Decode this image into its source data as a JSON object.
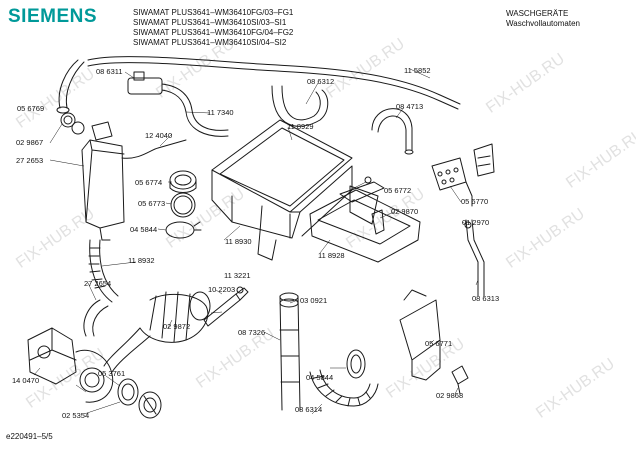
{
  "header": {
    "brand": "SIEMENS",
    "models": [
      "SIWAMAT PLUS3641–WM36410FG/03–FG1",
      "SIWAMAT PLUS3641–WM36410SI/03–SI1",
      "SIWAMAT PLUS3641–WM36410FG/04–FG2",
      "SIWAMAT PLUS3641–WM36410SI/04–SI2"
    ],
    "category": "WASCHGERÄTE",
    "subcategory": "Waschvollautomaten"
  },
  "footer": {
    "code": "e220491–5/5"
  },
  "watermark": {
    "text": "FIX-HUB.RU"
  },
  "parts": {
    "p115852": "11 5852",
    "p086311": "08 6311",
    "p117340": "11 7340",
    "p086312": "08 6312",
    "p056769": "05 6769",
    "p124040": "12 4040",
    "p118929": "11 8929",
    "p084713": "08 4713",
    "p029867": "02 9867",
    "p272653": "27 2653",
    "p056774": "05 6774",
    "p056772": "05 6772",
    "p056770": "05 6770",
    "p056773": "05 6773",
    "p029870": "02 9870",
    "p012970": "01 2970",
    "p045844a": "04 5844",
    "p118930": "11 8930",
    "p118932": "11 8932",
    "p118928": "11 8928",
    "p113221": "11 3221",
    "p272654": "27 2654",
    "p102203": "10 2203",
    "p030921": "03 0921",
    "p086313": "08 6313",
    "p029872": "02 9872",
    "p087326": "08 7326",
    "p056771": "05 6771",
    "p140470": "14 0470",
    "p053761": "05 3761",
    "p045844b": "04 5844",
    "p086314": "08 6314",
    "p029868": "02 9868",
    "p025354": "02 5354"
  }
}
